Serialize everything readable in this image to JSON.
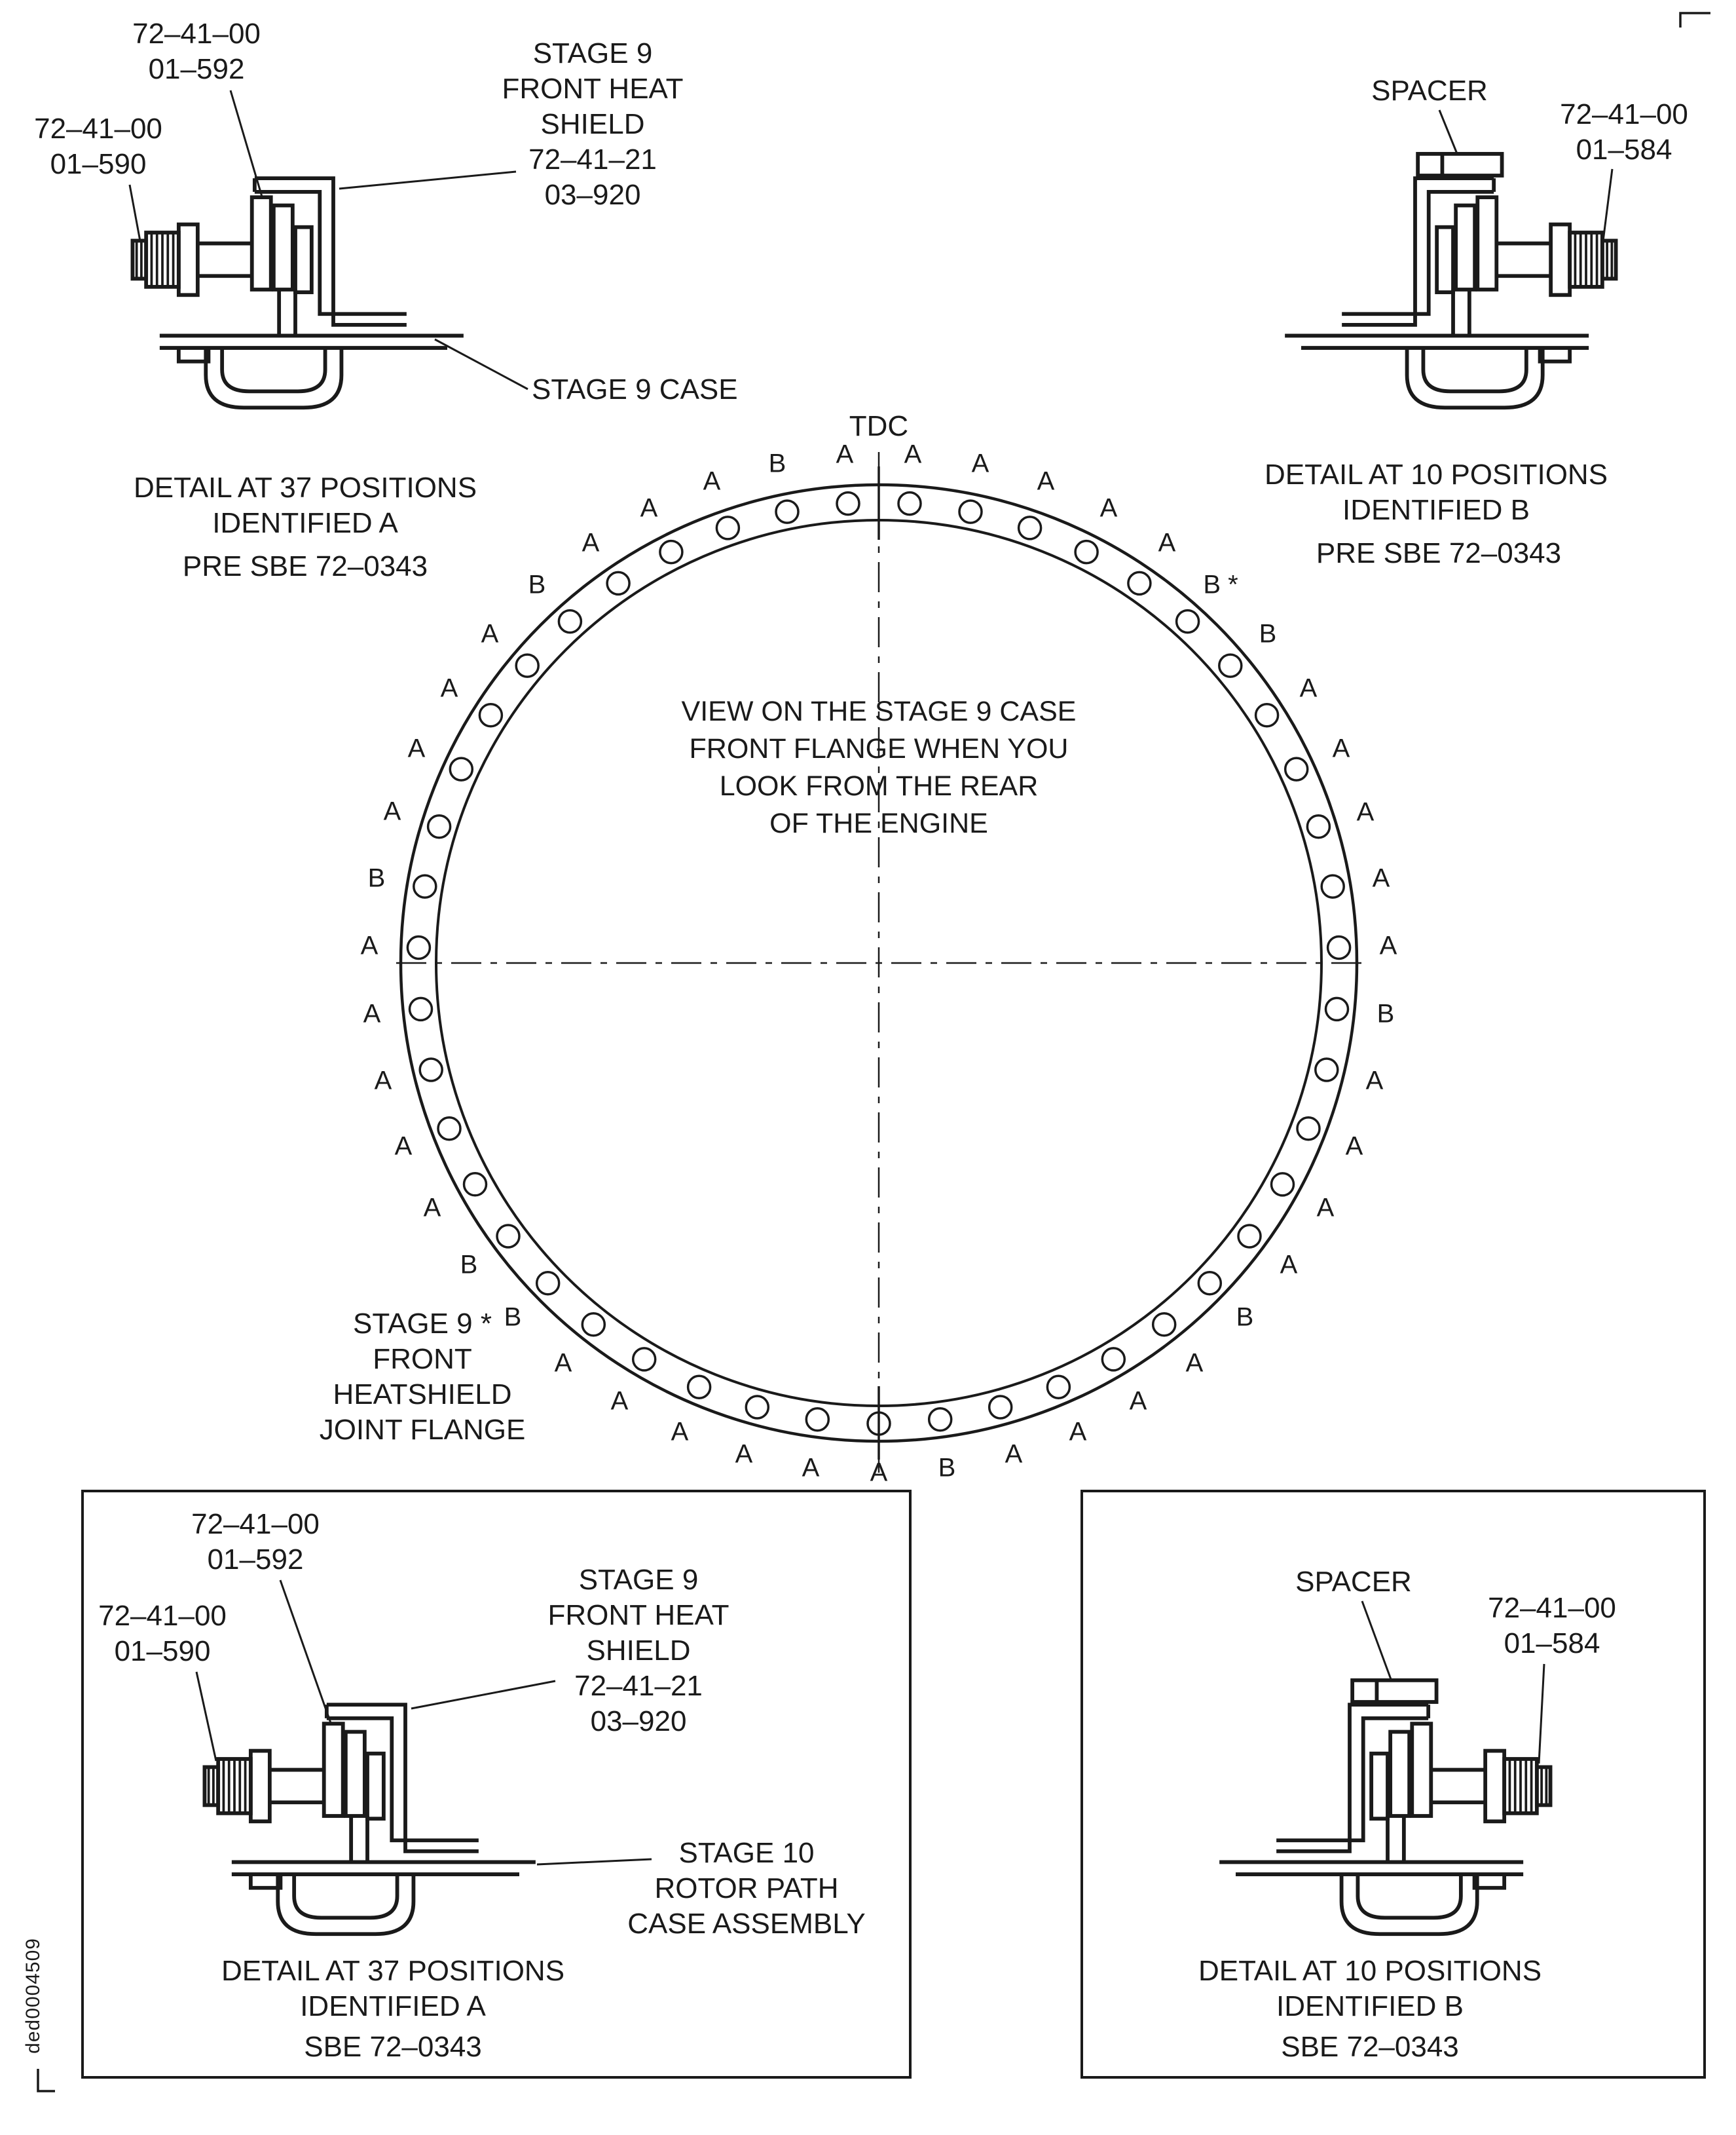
{
  "figure_code": "ded0004509",
  "center_view": {
    "tdc": "TDC",
    "caption": [
      "VIEW ON THE STAGE 9 CASE",
      "FRONT FLANGE WHEN YOU",
      "LOOK FROM THE REAR",
      "OF THE ENGINE"
    ],
    "joint_flange": [
      "STAGE 9 *",
      "FRONT",
      "HEATSHIELD",
      "JOINT FLANGE"
    ],
    "bolt_letters": [
      "A",
      "A",
      "A",
      "A",
      "A",
      "B",
      "B",
      "A",
      "A",
      "A",
      "A",
      "A",
      "B",
      "A",
      "A",
      "A",
      "A",
      "B",
      "A",
      "A",
      "A",
      "A",
      "B",
      "A",
      "A",
      "A",
      "A",
      "A",
      "A",
      "B",
      "B",
      "A",
      "A",
      "A",
      "A",
      "A",
      "B",
      "A",
      "A",
      "A",
      "A",
      "B",
      "A",
      "A",
      "A",
      "B",
      "A"
    ],
    "asterisk_index": 5,
    "asterisk_char": "*"
  },
  "details": {
    "top_left": {
      "part_upper": [
        "72–41–00",
        "01–592"
      ],
      "part_lower": [
        "72–41–00",
        "01–590"
      ],
      "heat_shield": [
        "STAGE 9",
        "FRONT HEAT",
        "SHIELD",
        "72–41–21",
        "03–920"
      ],
      "case_label": "STAGE 9 CASE",
      "title": [
        "DETAIL AT 37 POSITIONS",
        "IDENTIFIED A"
      ],
      "effectivity": "PRE SBE 72–0343"
    },
    "top_right": {
      "spacer": "SPACER",
      "part": [
        "72–41–00",
        "01–584"
      ],
      "title": [
        "DETAIL AT 10 POSITIONS",
        "IDENTIFIED B"
      ],
      "effectivity": "PRE SBE 72–0343"
    },
    "bottom_left": {
      "part_upper": [
        "72–41–00",
        "01–592"
      ],
      "part_lower": [
        "72–41–00",
        "01–590"
      ],
      "heat_shield": [
        "STAGE 9",
        "FRONT HEAT",
        "SHIELD",
        "72–41–21",
        "03–920"
      ],
      "rotor_path": [
        "STAGE 10",
        "ROTOR PATH",
        "CASE ASSEMBLY"
      ],
      "title": [
        "DETAIL AT 37 POSITIONS",
        "IDENTIFIED A"
      ],
      "effectivity": "SBE 72–0343"
    },
    "bottom_right": {
      "spacer": "SPACER",
      "part": [
        "72–41–00",
        "01–584"
      ],
      "title": [
        "DETAIL AT 10 POSITIONS",
        "IDENTIFIED B"
      ],
      "effectivity": "SBE 72–0343"
    }
  }
}
